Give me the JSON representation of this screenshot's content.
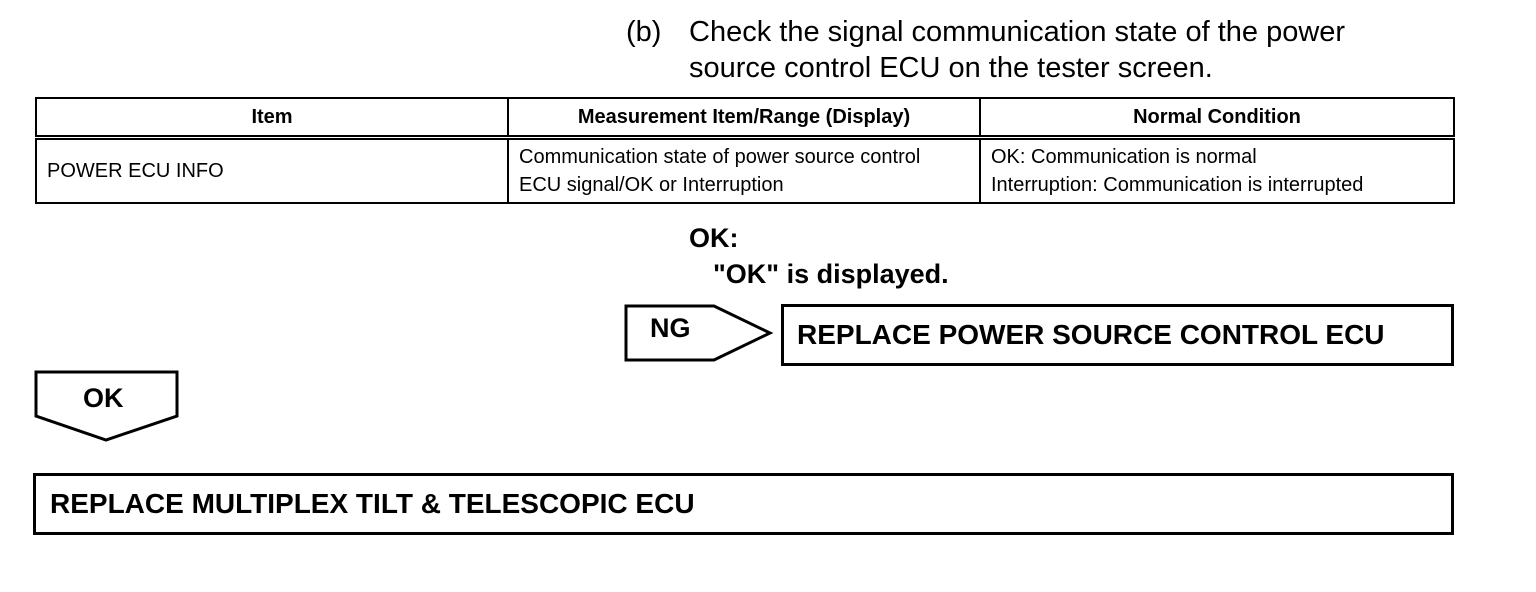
{
  "step": {
    "label": "(b)",
    "text_line1": "Check the signal communication state of the power",
    "text_line2": "source control ECU on the tester screen."
  },
  "table": {
    "headers": [
      "Item",
      "Measurement Item/Range (Display)",
      "Normal Condition"
    ],
    "rows": [
      {
        "item": "POWER ECU INFO",
        "measurement_line1": "Communication state of power source control",
        "measurement_line2": "ECU signal/OK or Interruption",
        "normal_line1": "OK: Communication is normal",
        "normal_line2": "Interruption: Communication is interrupted"
      }
    ]
  },
  "result_ok": {
    "label": "OK:",
    "text": "\"OK\" is displayed."
  },
  "ng_branch": {
    "label": "NG",
    "action": "REPLACE POWER SOURCE CONTROL ECU"
  },
  "ok_branch": {
    "label": "OK",
    "action": "REPLACE MULTIPLEX TILT & TELESCOPIC ECU"
  }
}
